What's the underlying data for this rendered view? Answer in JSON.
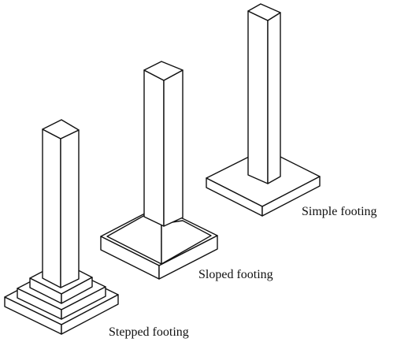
{
  "figure": {
    "labels": {
      "simple": "Simple footing",
      "sloped": "Sloped footing",
      "stepped": "Stepped footing"
    },
    "line_color": "#111111",
    "fill_color": "#ffffff"
  }
}
